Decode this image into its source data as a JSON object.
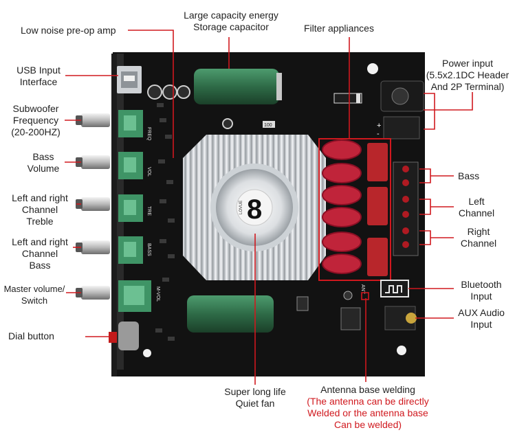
{
  "labels": {
    "low_noise": "Low noise pre-op amp",
    "capacitor_line1": "Large capacity energy",
    "capacitor_line2": "Storage capacitor",
    "filter": "Filter appliances",
    "power_line1": "Power input",
    "power_line2": "(5.5x2.1DC Header",
    "power_line3": "And 2P Terminal)",
    "usb_line1": "USB Input",
    "usb_line2": "Interface",
    "sub_line1": "Subwoofer",
    "sub_line2": "Frequency",
    "sub_line3": "(20-200HZ)",
    "bassvol_line1": "Bass",
    "bassvol_line2": "Volume",
    "treble_line1": "Left and right",
    "treble_line2": "Channel",
    "treble_line3": "Treble",
    "lrbass_line1": "Left and right",
    "lrbass_line2": "Channel",
    "lrbass_line3": "Bass",
    "master_line1": "Master volume/",
    "master_line2": "Switch",
    "dial": "Dial button",
    "bass": "Bass",
    "left_line1": "Left",
    "left_line2": "Channel",
    "right_line1": "Right",
    "right_line2": "Channel",
    "bt_line1": "Bluetooth",
    "bt_line2": "Input",
    "aux_line1": "AUX Audio",
    "aux_line2": "Input",
    "fan_line1": "Super long life",
    "fan_line2": "Quiet fan",
    "antenna_line1": "Antenna base welding",
    "antenna_line2": "(The antenna can be directly",
    "antenna_line3": "Welded or the antenna base",
    "antenna_line4": "Can be welded)"
  },
  "board_text": {
    "silk_freq": "FREQ",
    "silk_vol": "VOL",
    "silk_tre": "TRE",
    "silk_bass": "BASS",
    "silk_mvol": "M-VOL",
    "silk_ant": "ANT",
    "fan_brand": "LOVUE",
    "fan_logo": "8",
    "cap_100": "100",
    "terminal_plus": "+",
    "terminal_minus": "-"
  },
  "colors": {
    "annotation_red": "#d0181e",
    "board": "#141414",
    "capacitor_green": "#2e6b47",
    "inductor_red": "#c0243a",
    "film_cap": "#b8262b"
  }
}
